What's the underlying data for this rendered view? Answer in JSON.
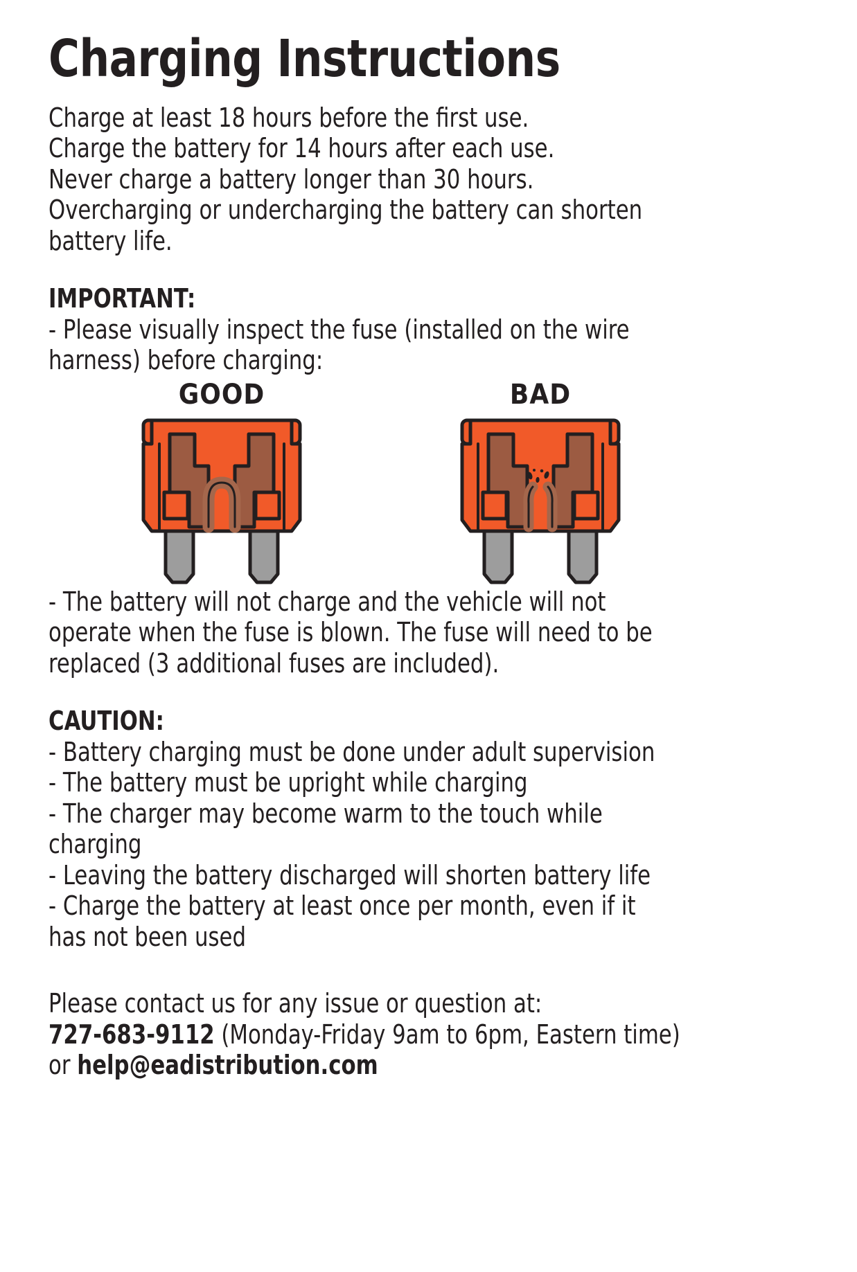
{
  "document": {
    "title": "Charging Instructions",
    "intro_lines": [
      "Charge at least 18 hours before the first use.",
      "Charge the battery for 14 hours after each use.",
      "Never charge a battery longer than 30 hours.",
      "Overcharging or undercharging the battery can shorten",
      "battery life."
    ],
    "important": {
      "heading": "IMPORTANT:",
      "lines": [
        "- Please visually inspect the fuse (installed on the wire",
        "harness) before charging:"
      ],
      "after_figure_lines": [
        "- The battery will not charge and the vehicle will not",
        "operate when the fuse is blown. The fuse will need to be",
        "replaced (3 additional fuses are included)."
      ]
    },
    "figure": {
      "good_label": "GOOD",
      "bad_label": "BAD",
      "colors": {
        "body_orange": "#F15A29",
        "inner_brown": "#9C5B42",
        "prong_gray": "#9D9D9D",
        "outline": "#231f20",
        "filament_brown": "#A5674C"
      }
    },
    "caution": {
      "heading": "CAUTION:",
      "lines": [
        "- Battery charging must be done under adult supervision",
        "- The battery must be upright while charging",
        "- The charger may become warm to the touch while",
        "charging",
        "- Leaving the battery discharged will shorten battery life",
        "- Charge the battery at least once per month, even if it",
        "has not been used"
      ]
    },
    "contact": {
      "intro": "Please contact us for any issue or question at:",
      "phone": "727-683-9112",
      "hours": " (Monday-Friday 9am to 6pm, Eastern time)",
      "or_prefix": "or ",
      "email": "help@eadistribution.com"
    }
  }
}
